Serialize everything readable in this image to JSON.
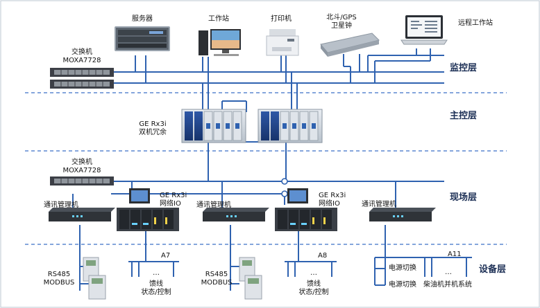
{
  "devices": {
    "server": "服务器",
    "workstation": "工作站",
    "printer": "打印机",
    "gps_line1": "北斗/GPS",
    "gps_line2": "卫星钟",
    "remote": "远程工作站",
    "switch_top_line1": "交换机",
    "switch_top_line2": "MOXA7728",
    "plc_main_line1": "GE Rx3i",
    "plc_main_line2": "双机冗余",
    "switch_mid_line1": "交换机",
    "switch_mid_line2": "MOXA7728",
    "comm_mgr": "通讯管理机",
    "remote_io_line1": "GE Rx3i",
    "remote_io_line2": "网络IO",
    "rs485": "RS485",
    "modbus": "MODBUS",
    "feeder_line1": "馈线",
    "feeder_line2": "状态/控制",
    "dots": "…",
    "a7": "A7",
    "a8": "A8",
    "a11": "A11",
    "power_switch": "电源切换",
    "diesel": "柴油机并机系统"
  },
  "layers": {
    "monitor": "监控层",
    "main": "主控层",
    "field": "现场层",
    "device": "设备层"
  },
  "colors": {
    "link": "#2f62b0",
    "divider": "#3b6fc6",
    "switch_body": "#3c3f46",
    "frame": "#c9d0d9"
  }
}
